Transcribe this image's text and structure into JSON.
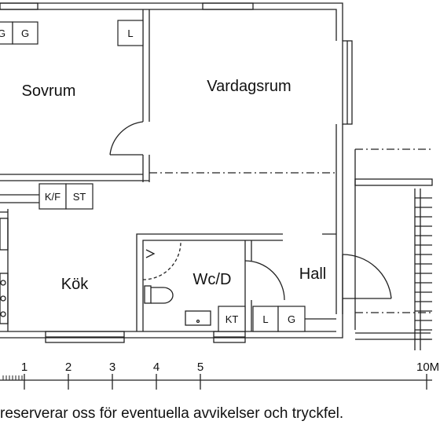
{
  "rooms": {
    "sovrum": "Sovrum",
    "vardagsrum": "Vardagsrum",
    "kok": "Kök",
    "wcd": "Wc/D",
    "hall": "Hall"
  },
  "fixtures": {
    "g_bedroom_partial": "G",
    "g_bedroom": "G",
    "l_bedroom": "L",
    "kf": "K/F",
    "st": "ST",
    "kt": "KT",
    "l_hall": "L",
    "g_hall": "G"
  },
  "scale": {
    "tick_labels": [
      "1",
      "2",
      "3",
      "4",
      "5",
      "10M"
    ]
  },
  "footer": {
    "disclaimer": "reserverar oss för eventuella avvikelser och tryckfel."
  }
}
